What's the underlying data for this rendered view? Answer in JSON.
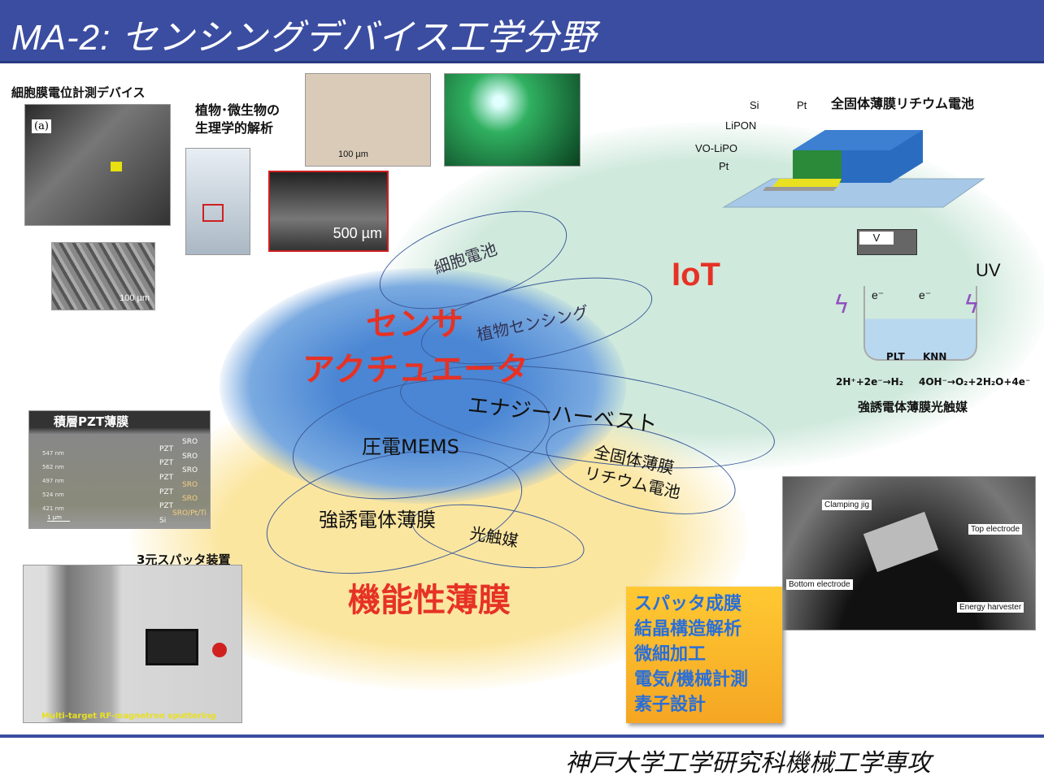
{
  "title": "MA-2:  センシングデバイス工学分野",
  "images": {
    "cell_device": {
      "label": "細胞膜電位計測デバイス",
      "tag": "(a)",
      "scale": "100 µm"
    },
    "plant": {
      "label1": "植物･微生物の",
      "label2": "生理学的解析",
      "scale1": "100 µm",
      "scale2": "500 µm"
    },
    "battery": {
      "label": "全固体薄膜リチウム電池",
      "layers": [
        "Si",
        "Pt",
        "LiPON",
        "VO-LiPO",
        "Pt"
      ]
    },
    "photocatalyst": {
      "label": "強誘電体薄膜光触媒",
      "meter": "V",
      "uv": "UV",
      "e1": "e⁻",
      "e2": "e⁻",
      "el1": "PLT",
      "el2": "KNN",
      "eq1": "2H⁺+2e⁻→H₂",
      "eq2": "4OH⁻→O₂+2H₂O+4e⁻"
    },
    "pzt": {
      "label": "積層PZT薄膜",
      "thick": [
        "547 nm",
        "562 nm",
        "497 nm",
        "524 nm",
        "421 nm"
      ],
      "layers": [
        "SRO",
        "PZT",
        "SRO",
        "PZT",
        "SRO",
        "PZT",
        "SRO",
        "PZT",
        "SRO",
        "PZT",
        "SRO/Pt/Ti",
        "Si"
      ],
      "scale": "1 µm"
    },
    "sputter": {
      "label": "3元スパッタ装置",
      "caption": "Multi-target RF-magnetron sputtering"
    },
    "harvester": {
      "labels": [
        "Clamping jig",
        "Top electrode",
        "Bottom electrode",
        "Energy harvester"
      ]
    }
  },
  "venn": {
    "sensor1": "センサ",
    "sensor2": "アクチュエータ",
    "iot": "IoT",
    "film": "機能性薄膜",
    "topics": [
      "細胞電池",
      "植物センシング",
      "エナジーハーベスト",
      "圧電MEMS",
      "全固体薄膜",
      "リチウム電池",
      "強誘電体薄膜",
      "光触媒"
    ]
  },
  "skills": [
    "スパッタ成膜",
    "結晶構造解析",
    "微細加工",
    "電気/機械計測",
    "素子設計"
  ],
  "footer": "神戸大学工学研究科機械工学専攻"
}
